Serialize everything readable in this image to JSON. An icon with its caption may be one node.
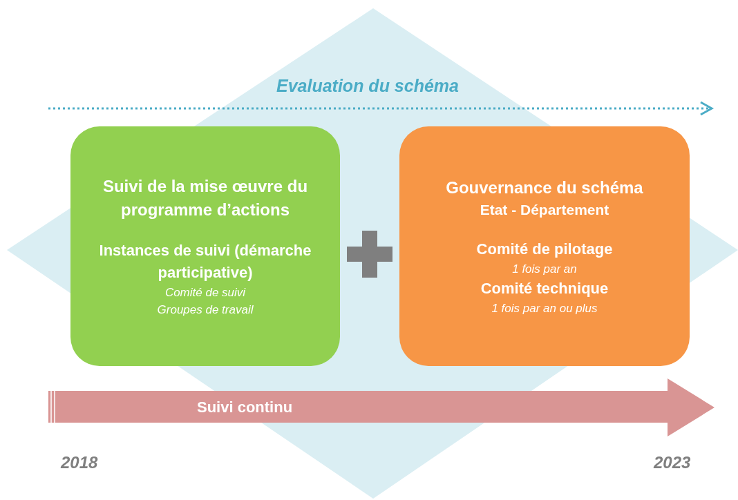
{
  "diagram": {
    "nodes": [
      {
        "text": [
          "Suivi de la mise œuvre du programme d’actions",
          "Instances de suivi (démarche participative)",
          "Comité de suivi",
          "Groupes de travail"
        ]
      },
      {
        "text": [
          "Gouvernance du schéma",
          "Etat - Département",
          "Comité de pilotage",
          "1 fois par an",
          "Comité technique",
          "1 fois par an ou plus"
        ]
      },
      {
        "text": [
          "Suivi continu"
        ]
      }
    ],
    "labels": [
      "Evaluation du schéma",
      "2018",
      "2023"
    ]
  }
}
